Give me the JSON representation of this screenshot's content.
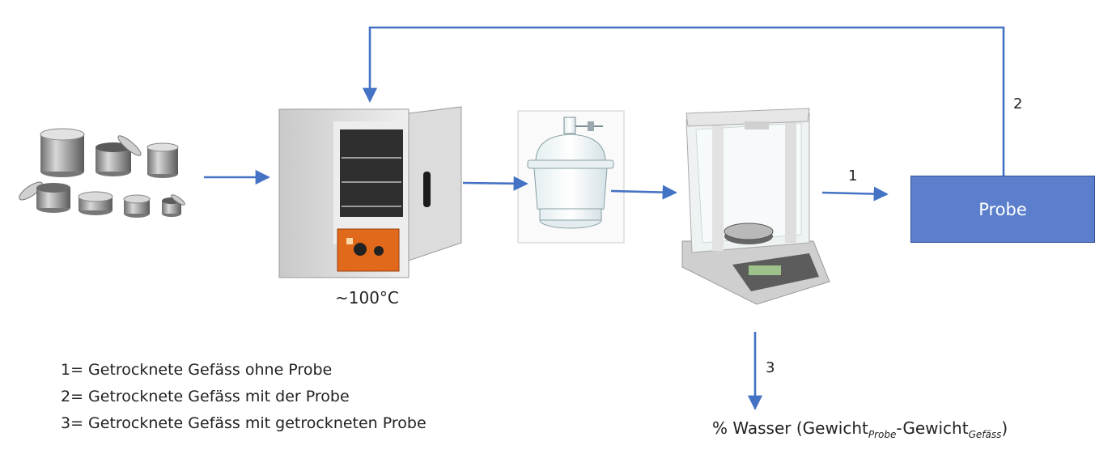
{
  "oven": {
    "temperature_label": "~100°C"
  },
  "probe_box": {
    "label": "Probe",
    "fill": "#5b7fcc"
  },
  "arrow_color": "#4472c4",
  "steps": {
    "one": "1",
    "two": "2",
    "three": "3"
  },
  "legend": [
    "1= Getrocknete Gefäss ohne Probe",
    "2= Getrocknete Gefäss mit der Probe",
    "3= Getrocknete Gefäss mit getrockneten Probe"
  ],
  "formula": {
    "prefix": "% Wasser (Gewicht",
    "sub1": "Probe",
    "middle": "-Gewicht",
    "sub2": "Gefäss",
    "suffix": ")"
  },
  "icons": [
    "sample-containers-icon",
    "drying-oven-icon",
    "desiccator-icon",
    "analytical-balance-icon"
  ]
}
